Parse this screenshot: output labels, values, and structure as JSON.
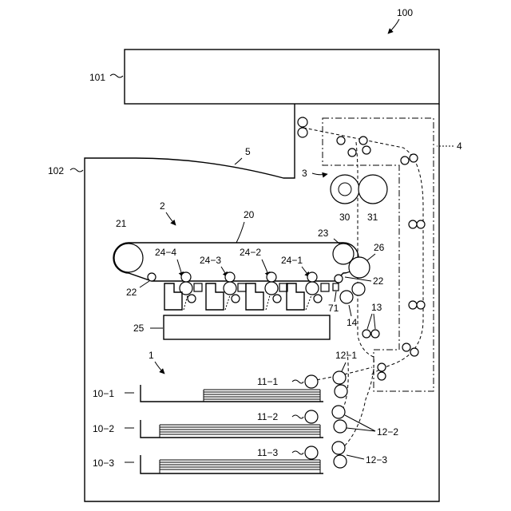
{
  "labels": {
    "apparatus": "100",
    "scanner": "101",
    "main_body": "102",
    "duplex_unit": "4",
    "discharge_tray": "5",
    "fixing_unit": "3",
    "heat_roller": "30",
    "pressure_roller": "31",
    "transfer_section": "2",
    "belt": "20",
    "drive_roller": "21",
    "tension_roller": "23",
    "secondary_transfer": "26",
    "cleaner_left": "22",
    "cleaner_right": "22",
    "station_4": "24−4",
    "station_3": "24−3",
    "station_2": "24−2",
    "station_1": "24−1",
    "exposure_unit": "25",
    "registration_sensor": "71",
    "registration_rollers": "14",
    "conveyance_rollers": "13",
    "feed_section": "1",
    "tray_1": "10−1",
    "tray_2": "10−2",
    "tray_3": "10−3",
    "pickup_1": "11−1",
    "pickup_2": "11−2",
    "pickup_3": "11−3",
    "separation_1": "12−1",
    "separation_2": "12−2",
    "separation_3": "12−3"
  }
}
